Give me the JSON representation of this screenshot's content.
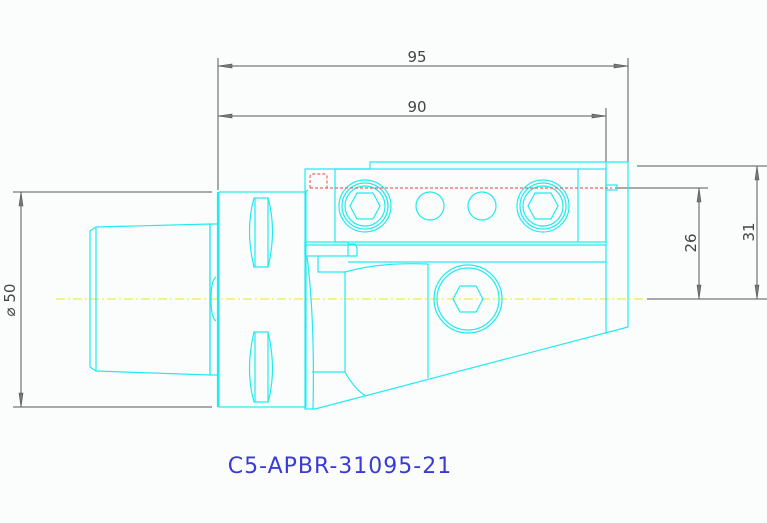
{
  "drawing": {
    "part_number": "C5-APBR-31095-21",
    "colors": {
      "outline": "#22eaf0",
      "dimension": "#555555",
      "centerline": "#e8e820",
      "hidden_line": "#ee6666",
      "title": "#3a3ad8",
      "background": "#fbfdfc"
    },
    "dimensions": {
      "overall_length": "95",
      "reach_length": "90",
      "shank_diameter": "⌀ 50",
      "tip_height_26": "26",
      "tip_height_31": "31"
    },
    "views": [
      "side-view"
    ],
    "features": {
      "clamp_screws": 3,
      "coolant_holes": 2,
      "polygon_shank": "Capto C5"
    }
  }
}
